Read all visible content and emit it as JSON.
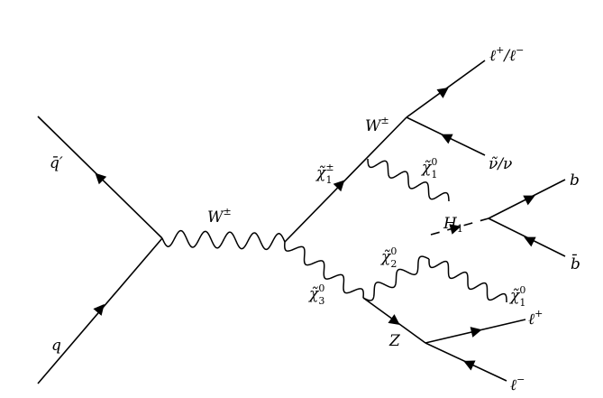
{
  "labels": {
    "q": "q",
    "qbar_prime": "q̄′",
    "w_boson": "W",
    "w_boson_charge": "±",
    "w_decay": "W",
    "w_decay_charge": "±",
    "chargino": "χ̃",
    "chargino_sub": "1",
    "chargino_sup": "±",
    "neutralino3": "χ̃",
    "neutralino3_sub": "3",
    "neutralino3_sup": "0",
    "neutralino1_top": "χ̃",
    "neutralino1_top_sub": "1",
    "neutralino1_top_sup": "0",
    "neutralino2": "χ̃",
    "neutralino2_sub": "2",
    "neutralino2_sup": "0",
    "neutralino1_bottom": "χ̃",
    "neutralino1_bottom_sub": "1",
    "neutralino1_bottom_sup": "0",
    "higgs": "H",
    "higgs_sub": "1",
    "z_boson": "Z",
    "lepton_top": "ℓ",
    "lepton_top_charge": "+",
    "lepton_top_sep": "/ℓ",
    "lepton_top_charge2": "−",
    "neutrino": "ν̃/ν",
    "b_quark": "b",
    "bbar_quark": "b̄",
    "lepton_plus": "ℓ",
    "lepton_plus_charge": "+",
    "lepton_minus": "ℓ",
    "lepton_minus_charge": "−"
  },
  "colors": {
    "w_boson": "#1a1aff",
    "lines": "#000000"
  }
}
